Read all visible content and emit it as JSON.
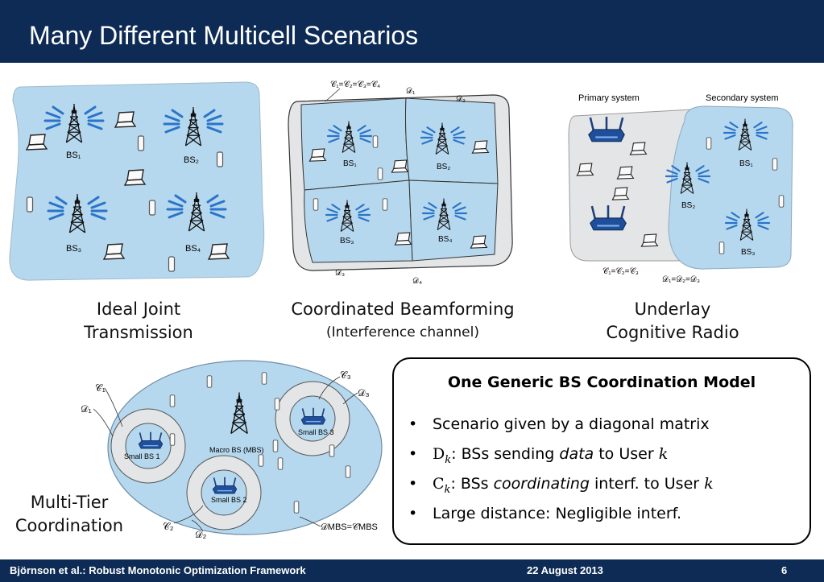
{
  "header": {
    "title": "Many Different Multicell Scenarios"
  },
  "figures": {
    "ideal": {
      "bs_labels": [
        "BS₁",
        "BS₂",
        "BS₃",
        "BS₄"
      ]
    },
    "coordinated": {
      "set_label_top": "𝒞₁=𝒞₂=𝒞₃=𝒞₄",
      "d1": "𝒟₁",
      "d2": "𝒟₂",
      "d3": "𝒟₃",
      "d4": "𝒟₄",
      "bs_labels": [
        "BS₁",
        "BS₂",
        "BS₃",
        "BS₄"
      ]
    },
    "underlay": {
      "primary": "Primary system",
      "secondary": "Secondary system",
      "c_eq": "𝒞₁=𝒞₂=𝒞₃",
      "d_eq": "𝒟₁=𝒟₂=𝒟₃",
      "bs_labels": [
        "BS₁",
        "BS₂",
        "BS₃"
      ]
    },
    "multitier": {
      "c1": "𝒞₁",
      "d1": "𝒟₁",
      "c2": "𝒞₂",
      "d2": "𝒟₂",
      "c3": "𝒞₃",
      "d3": "𝒟₃",
      "macro": "Macro BS (MBS)",
      "small1": "Small BS 1",
      "small2": "Small BS 2",
      "small3": "Small BS 3",
      "mbs_eq": "𝒟MBS=𝒞MBS"
    }
  },
  "captions": {
    "ideal_l1": "Ideal Joint",
    "ideal_l2": "Transmission",
    "coord_l1": "Coordinated Beamforming",
    "coord_l2": "(Interference channel)",
    "underlay_l1": "Underlay",
    "underlay_l2": "Cognitive Radio",
    "multitier_l1": "Multi-Tier",
    "multitier_l2": "Coordination"
  },
  "model": {
    "title": "One Generic BS Coordination Model",
    "bullet": "•",
    "item1": "Scenario given by a diagonal matrix",
    "item2_sym": "D",
    "item2_sub": "k",
    "item2_colon": ":",
    "item2_a": " BSs sending ",
    "item2_em": "data",
    "item2_b": " to User ",
    "item2_k": "k",
    "item3_sym": "C",
    "item3_sub": "k",
    "item3_colon": ":",
    "item3_a": " BSs ",
    "item3_em": "coordinating",
    "item3_b": " interf. to User ",
    "item3_k": "k",
    "item4": "Large distance: Negligible interf."
  },
  "footer": {
    "author": "Björnson et al.: Robust Monotonic Optimization Framework",
    "date": "22 August 2013",
    "page": "6"
  },
  "colors": {
    "header_bg": "#0d2b55",
    "cell_blue": "#b6d8ee",
    "gray_region": "#e4e5e6",
    "router_blue": "#1f4f9c"
  }
}
